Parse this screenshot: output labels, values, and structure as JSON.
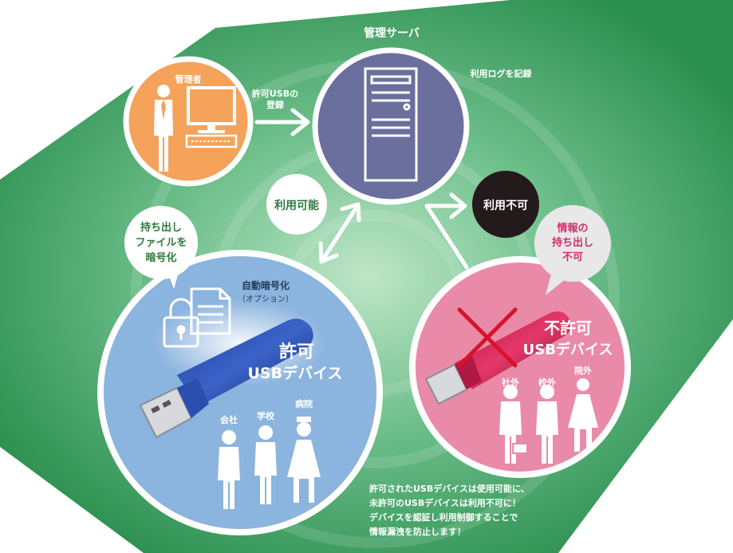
{
  "colors": {
    "green_dark": "#2f8f4f",
    "green_light": "#7fc79a",
    "admin": "#f5a25a",
    "server": "#6b6f9e",
    "allowed": "#8bb4de",
    "denied": "#e98aa8",
    "black": "#231a1c",
    "red_x": "#d8122a",
    "pink_text": "#d0306b",
    "green_text": "#2f7a3f"
  },
  "diagram": {
    "server_title": "管理サーバ",
    "server_note": "利用ログを記録",
    "admin_label": "管理者",
    "register_label_1": "許可USBの",
    "register_label_2": "登録",
    "usable_label": "利用可能",
    "unusable_label": "利用不可",
    "encrypt_bubble": [
      "持ち出し",
      "ファイルを",
      "暗号化"
    ],
    "deny_bubble": [
      "情報の",
      "持ち出し",
      "不可"
    ],
    "auto_encrypt": "自動暗号化",
    "auto_encrypt_option": "（オプション）",
    "allowed_title_1": "許可",
    "allowed_title_2": "USBデバイス",
    "denied_title_1": "不許可",
    "denied_title_2": "USBデバイス",
    "allowed_people": [
      "会社",
      "学校",
      "病院"
    ],
    "denied_people": [
      "社外",
      "校外",
      "院外"
    ],
    "footer": [
      "許可されたUSBデバイスは使用可能に、",
      "未許可のUSBデバイスは利用不可に！",
      "デバイスを認証し利用制御することで",
      "情報漏洩を防止します！"
    ]
  },
  "icons": [
    "server-icon",
    "monitor-icon",
    "keyboard-icon",
    "person-icon",
    "usb-drive-icon",
    "lock-icon",
    "document-icon",
    "cross-icon",
    "arrow-icon"
  ]
}
